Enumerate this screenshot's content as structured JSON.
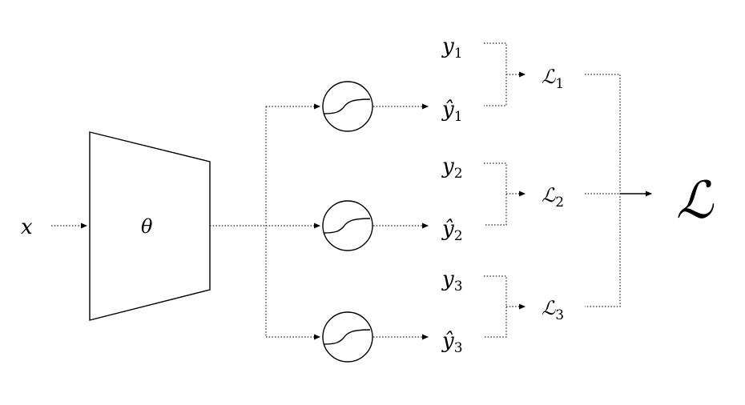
{
  "diagram": {
    "input": {
      "symbol": "x"
    },
    "network": {
      "parameter": "θ"
    },
    "heads": [
      {
        "target": {
          "base": "y",
          "index": "1"
        },
        "prediction": {
          "base": "ŷ",
          "index": "1"
        },
        "loss": {
          "base": "ℒ",
          "index": "1"
        }
      },
      {
        "target": {
          "base": "y",
          "index": "2"
        },
        "prediction": {
          "base": "ŷ",
          "index": "2"
        },
        "loss": {
          "base": "ℒ",
          "index": "2"
        }
      },
      {
        "target": {
          "base": "y",
          "index": "3"
        },
        "prediction": {
          "base": "ŷ",
          "index": "3"
        },
        "loss": {
          "base": "ℒ",
          "index": "3"
        }
      }
    ],
    "total_loss": {
      "symbol": "ℒ"
    },
    "activation_icon": "sigmoid-curve-icon",
    "line_color": "#000000"
  }
}
